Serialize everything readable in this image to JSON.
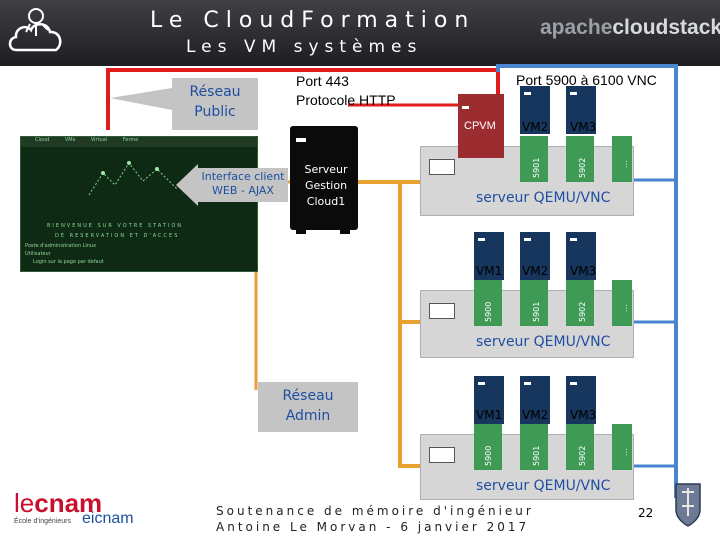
{
  "header": {
    "title": "Le CloudFormation",
    "subtitle": "Les VM systèmes",
    "brand_part1": "apache",
    "brand_part2": "cloudstack"
  },
  "labels": {
    "public_network": "Réseau\nPublic",
    "admin_network": "Réseau\nAdmin",
    "port443": "Port 443\nProtocole HTTP",
    "port_range": "Port 5900 à 6100 VNC",
    "web_client": "Interface client\nWEB - AJAX",
    "mgmt_server": "Serveur\nGestion\nCloud1"
  },
  "terminal": {
    "tabs": [
      "Cloud",
      "VMs",
      "Virtual",
      "Ferme"
    ],
    "lines": [
      "BIENVENUE SUR VOTRE STATION",
      "DE RESERVATION ET D'ACCES",
      "Poste d'administration Linux",
      "Utilisateur",
      "Login sur la page par defaut"
    ]
  },
  "servers": [
    {
      "label": "serveur QEMU/VNC",
      "vms": [
        "CPVM",
        "VM2",
        "VM3"
      ],
      "ports": [
        "",
        "5901",
        "5902",
        "..."
      ]
    },
    {
      "label": "serveur QEMU/VNC",
      "vms": [
        "VM1",
        "VM2",
        "VM3"
      ],
      "ports": [
        "5900",
        "5901",
        "5902",
        "..."
      ]
    },
    {
      "label": "serveur QEMU/VNC",
      "vms": [
        "VM1",
        "VM2",
        "VM3"
      ],
      "ports": [
        "5900",
        "5901",
        "5902",
        "..."
      ]
    }
  ],
  "footer": {
    "line1": "Soutenance de mémoire d'ingénieur",
    "line2": "Antoine Le Morvan - 6 janvier 2017",
    "page": "22"
  },
  "cnam": {
    "le": "le",
    "cnam": "cnam",
    "ecole": "École d'ingénieurs",
    "eicnam": "eicnam"
  },
  "colors": {
    "public": "#e11a1a",
    "admin": "#e8a030",
    "vnc": "#4a86d0",
    "vm": "#17365d",
    "cpvm": "#9b2d30",
    "port_column": "#3e9a54"
  }
}
